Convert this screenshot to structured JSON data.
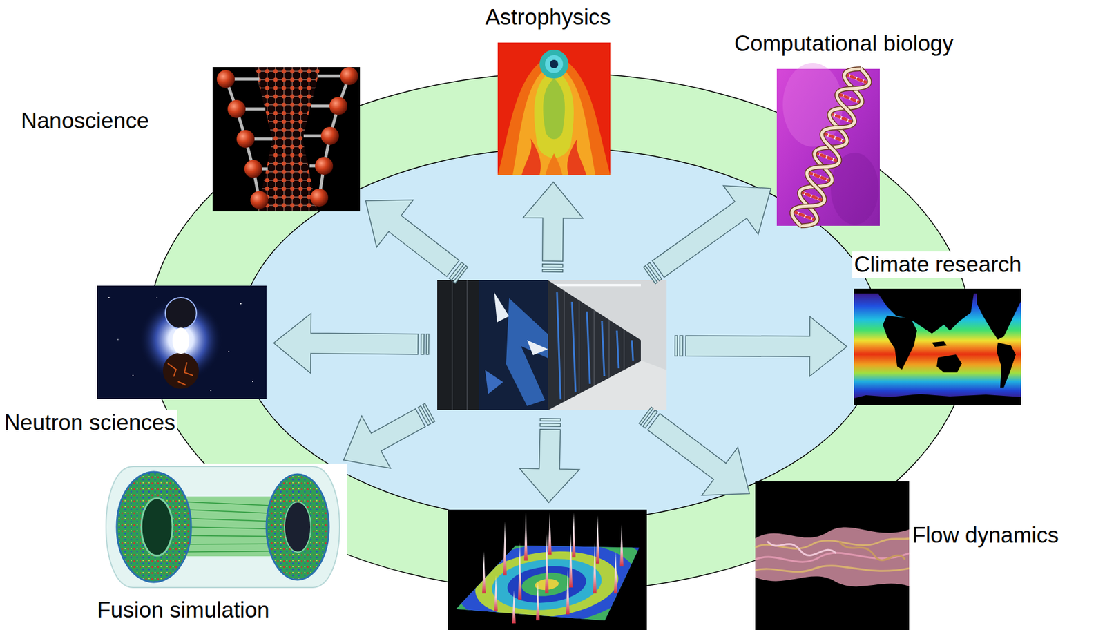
{
  "diagram": {
    "nodes": [
      {
        "text": [
          "Astrophysics"
        ]
      },
      {
        "text": [
          "Computational biology"
        ]
      },
      {
        "text": [
          "Nanoscience"
        ]
      },
      {
        "text": [
          "Neutron sciences"
        ]
      },
      {
        "text": []
      },
      {
        "text": [
          "Climate research"
        ]
      },
      {
        "text": [
          "Fusion simulation"
        ]
      },
      {
        "text": []
      },
      {
        "text": [
          "Flow dynamics"
        ]
      }
    ],
    "edges": [
      {
        "from": 4,
        "to": 0,
        "arrow": "to"
      },
      {
        "from": 4,
        "to": 1,
        "arrow": "to"
      },
      {
        "from": 4,
        "to": 2,
        "arrow": "to"
      },
      {
        "from": 4,
        "to": 3,
        "arrow": "to"
      },
      {
        "from": 4,
        "to": 5,
        "arrow": "to"
      },
      {
        "from": 4,
        "to": 6,
        "arrow": "to"
      },
      {
        "from": 4,
        "to": 7,
        "arrow": "to"
      },
      {
        "from": 4,
        "to": 8,
        "arrow": "to"
      }
    ]
  }
}
